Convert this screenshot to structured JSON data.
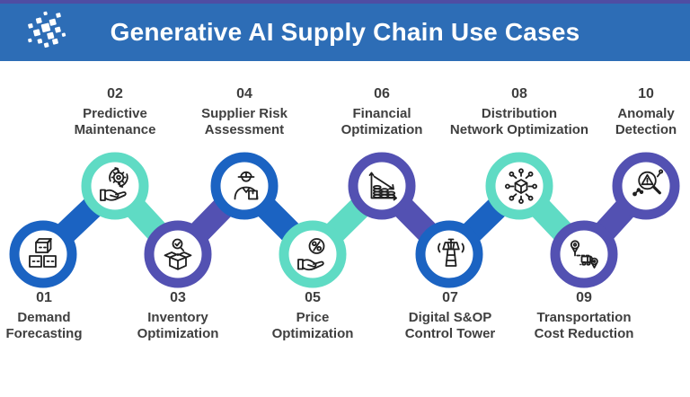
{
  "header": {
    "title": "Generative AI Supply Chain Use Cases",
    "logo_icon": "pixel-cluster-logo"
  },
  "colors": {
    "top_strip": "#4f4da3",
    "banner": "#2d6db6",
    "blue": "#1b63c2",
    "teal": "#5fdbc4",
    "purple": "#5351b2",
    "label_text": "#3f3f3f",
    "icon_stroke": "#1f1f1f"
  },
  "items": [
    {
      "number": "01",
      "line1": "Demand",
      "line2": "Forecasting",
      "position": "bottom",
      "ring_color": "#1b63c2",
      "icon": "stacked-boxes-icon"
    },
    {
      "number": "02",
      "line1": "Predictive",
      "line2": "Maintenance",
      "position": "top",
      "ring_color": "#5fdbc4",
      "icon": "hand-gear-icon"
    },
    {
      "number": "03",
      "line1": "Inventory",
      "line2": "Optimization",
      "position": "bottom",
      "ring_color": "#5351b2",
      "icon": "open-box-check-icon"
    },
    {
      "number": "04",
      "line1": "Supplier Risk",
      "line2": "Assessment",
      "position": "top",
      "ring_color": "#1b63c2",
      "icon": "worker-icon"
    },
    {
      "number": "05",
      "line1": "Price",
      "line2": "Optimization",
      "position": "bottom",
      "ring_color": "#5fdbc4",
      "icon": "hand-percent-icon"
    },
    {
      "number": "06",
      "line1": "Financial",
      "line2": "Optimization",
      "position": "top",
      "ring_color": "#5351b2",
      "icon": "declining-coins-chart-icon"
    },
    {
      "number": "07",
      "line1": "Digital S&OP",
      "line2": "Control Tower",
      "position": "bottom",
      "ring_color": "#1b63c2",
      "icon": "control-tower-icon"
    },
    {
      "number": "08",
      "line1": "Distribution",
      "line2": "Network Optimization",
      "position": "top",
      "ring_color": "#5fdbc4",
      "icon": "distribution-network-icon"
    },
    {
      "number": "09",
      "line1": "Transportation",
      "line2": "Cost Reduction",
      "position": "bottom",
      "ring_color": "#5351b2",
      "icon": "truck-route-icon"
    },
    {
      "number": "10",
      "line1": "Anomaly",
      "line2": "Detection",
      "position": "top",
      "ring_color": "#5351b2",
      "icon": "anomaly-magnifier-icon"
    }
  ]
}
